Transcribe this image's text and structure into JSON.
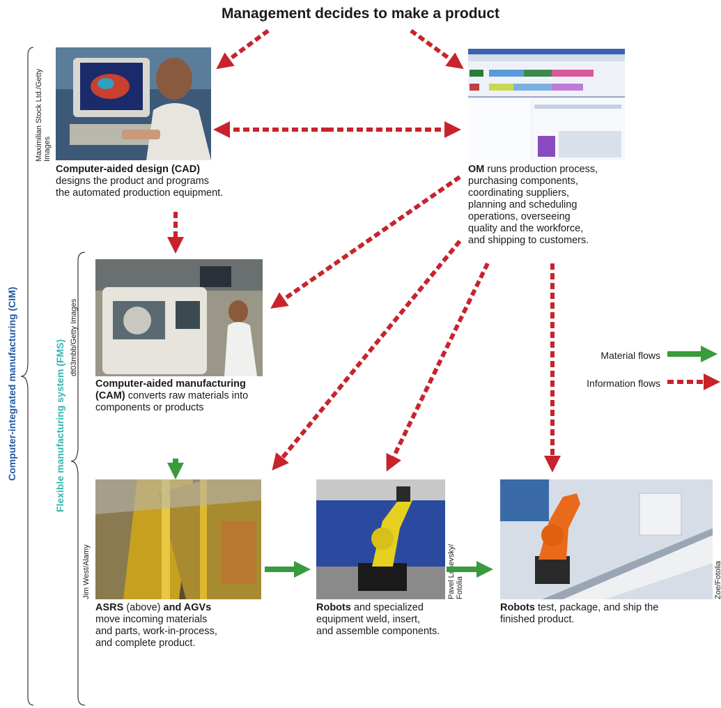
{
  "title": "Management decides to make a product",
  "cim_label": "Computer-integrated manufacturing (CIM)",
  "fms_label": "Flexible manufacturing system (FMS)",
  "colors": {
    "info_arrow": "#c8232c",
    "material_arrow": "#3a9b3c",
    "cim_label": "#1f5aa6",
    "fms_label": "#36b6b0"
  },
  "cad": {
    "title": "Computer-aided design (CAD)",
    "desc_line1": "designs the product and programs",
    "desc_line2": "the automated production equipment.",
    "credit_line1": "Maximilian Stock Ltd./Getty",
    "credit_line2": "Images"
  },
  "om": {
    "title": "OM",
    "line1_rest": " runs production process,",
    "lines": [
      "purchasing components,",
      "coordinating suppliers,",
      "planning and scheduling",
      "operations, overseeing",
      "quality and the workforce,",
      "and shipping to customers."
    ]
  },
  "cam": {
    "title_line1": "Computer-aided manufacturing",
    "title_line2": "(CAM)",
    "line2_rest": " converts raw materials into",
    "line3": "components or products",
    "credit": "dt03mbb/Getty Images"
  },
  "asrs": {
    "title": "ASRS",
    "above": " (above) ",
    "and_agvs": "and AGVs",
    "lines": [
      "move incoming materials",
      "and parts, work-in-process,",
      "and complete product."
    ],
    "credit": "Jim West/Alamy"
  },
  "robots1": {
    "title": "Robots",
    "line1_rest": " and specialized",
    "lines": [
      "equipment weld, insert,",
      "and assemble components."
    ],
    "credit_line1": "Pavel Losevsky/",
    "credit_line2": "Fotolia"
  },
  "robots2": {
    "title": "Robots",
    "line1_rest": " test, package, and ship the",
    "line2": "finished product.",
    "credit": "Zoe/Fotolia"
  },
  "legend": {
    "material": "Material flows",
    "information": "Information flows"
  }
}
